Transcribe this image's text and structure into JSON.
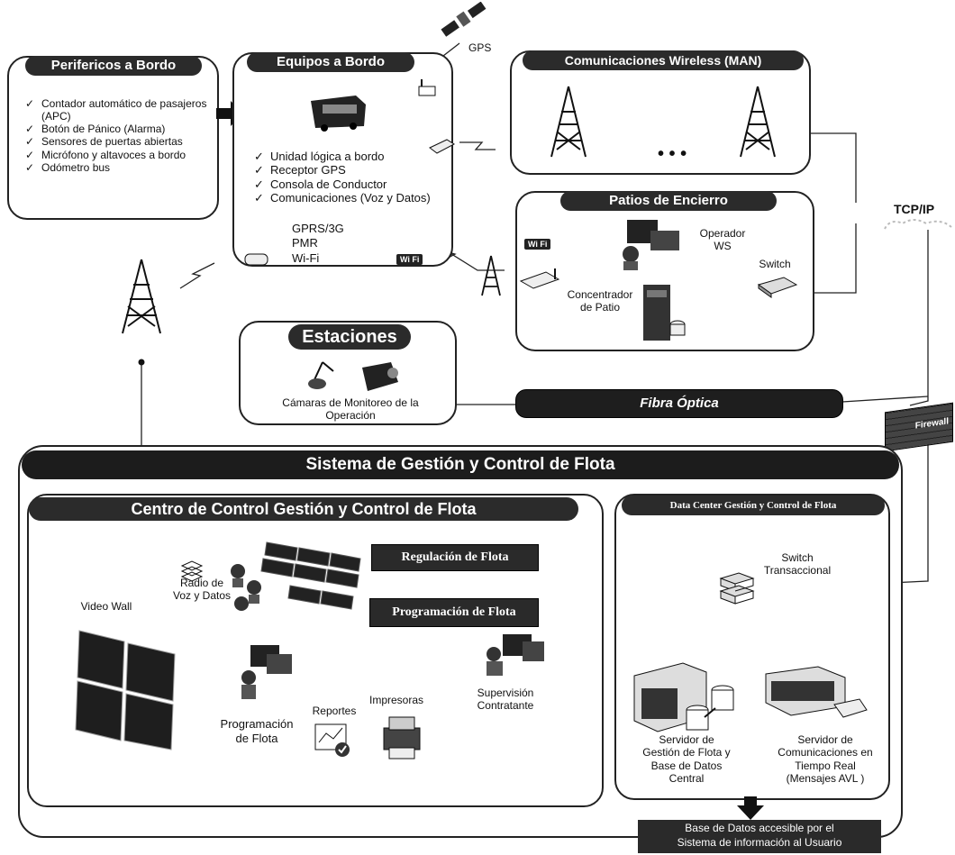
{
  "perifericos": {
    "title": "Perifericos a Bordo",
    "items": [
      "Contador automático de pasajeros (APC)",
      "Botón de Pánico (Alarma)",
      "Sensores de puertas abiertas",
      "Micrófono y altavoces a bordo",
      "Odómetro bus"
    ]
  },
  "equipos": {
    "title": "Equipos a Bordo",
    "items": [
      "Unidad lógica a bordo",
      "Receptor GPS",
      "Consola de Conductor",
      "Comunicaciones (Voz y Datos)"
    ],
    "comm_types": "GPRS/3G\nPMR\nWi-Fi",
    "wifi_badge": "Wi Fi"
  },
  "gps_label": "GPS",
  "wireless": {
    "title": "Comunicaciones Wireless (MAN)",
    "ellipsis": "• • •"
  },
  "patios": {
    "title": "Patios de Encierro",
    "wifi_badge": "Wi Fi",
    "operador_label": "Operador\nWS",
    "switch_label": "Switch",
    "concentrador_label": "Concentrador\nde Patio"
  },
  "tcpip_label": "TCP/IP",
  "estaciones": {
    "title": "Estaciones",
    "camaras_label": "Cámaras de Monitoreo de la\nOperación"
  },
  "fibra_label": "Fibra Óptica",
  "firewall_label": "Firewall",
  "sistema_title": "Sistema de Gestión y Control de Flota",
  "centro": {
    "title": "Centro de Control Gestión y Control de Flota",
    "regulacion": "Regulación de Flota",
    "programacion_btn": "Programación de Flota",
    "video_wall": "Video Wall",
    "radio": "Radio de\nVoz y Datos",
    "programacion_ws": "Programación\nde Flota",
    "reportes": "Reportes",
    "impresoras": "Impresoras",
    "supervision": "Supervisión\nContratante"
  },
  "datacenter": {
    "title": "Data Center Gestión y Control de Flota",
    "switch_label": "Switch\nTransaccional",
    "servidor_gestion": "Servidor de\nGestión de Flota y\nBase de Datos\nCentral",
    "servidor_com": "Servidor de\nComunicaciones en\nTiempo Real\n(Mensajes AVL )"
  },
  "base_datos": "Base de Datos accesible por el\nSistema de información al Usuario"
}
